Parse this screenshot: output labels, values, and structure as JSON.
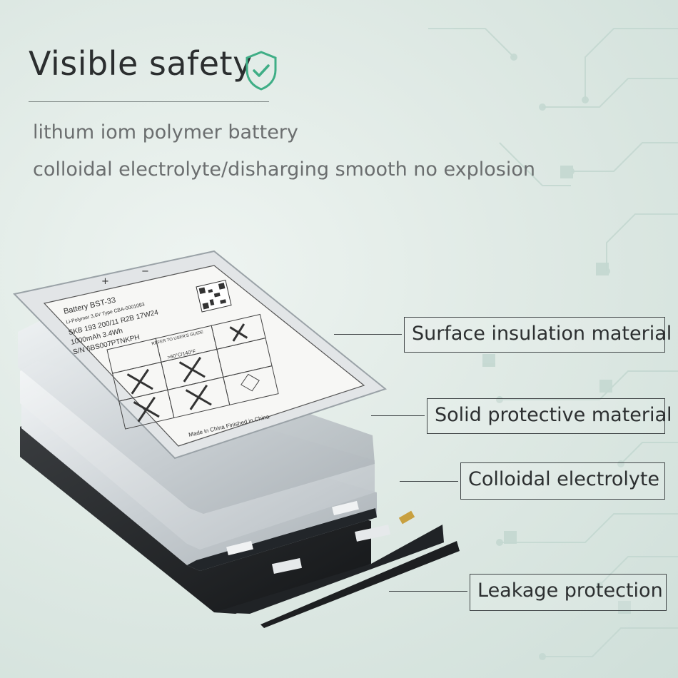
{
  "header": {
    "title": "Visible safety",
    "subtitle_1": "lithum iom polymer battery",
    "subtitle_2": "colloidal electrolyte/disharging smooth no explosion"
  },
  "callouts": [
    {
      "label": "Surface insulation material"
    },
    {
      "label": "Solid protective material"
    },
    {
      "label": "Colloidal electrolyte"
    },
    {
      "label": "Leakage protection"
    }
  ],
  "battery_label": {
    "model": "Battery BST-33",
    "chem": "Li-Polymer 3.6V   Type CBA-0001083",
    "line1": "SKB 193 200/11  R2B 17W24",
    "line2": "1000mAh            3.4Wh",
    "serial": "S/N 6BS007PTNKPH",
    "warn": "REFER TO USER'S GUIDE",
    "temp": ">60°C/140°F",
    "footer": "Made in China   Finished in China",
    "plus": "+",
    "minus": "−"
  },
  "colors": {
    "accent": "#3fae86",
    "background": "#dfe9e4",
    "text_dark": "#2b2e2f",
    "text_grey": "#6b6e6f",
    "frame": "#3f4446"
  },
  "icons": [
    "shield-check-icon",
    "recycle-icon",
    "no-fire-icon",
    "no-trash-icon"
  ]
}
